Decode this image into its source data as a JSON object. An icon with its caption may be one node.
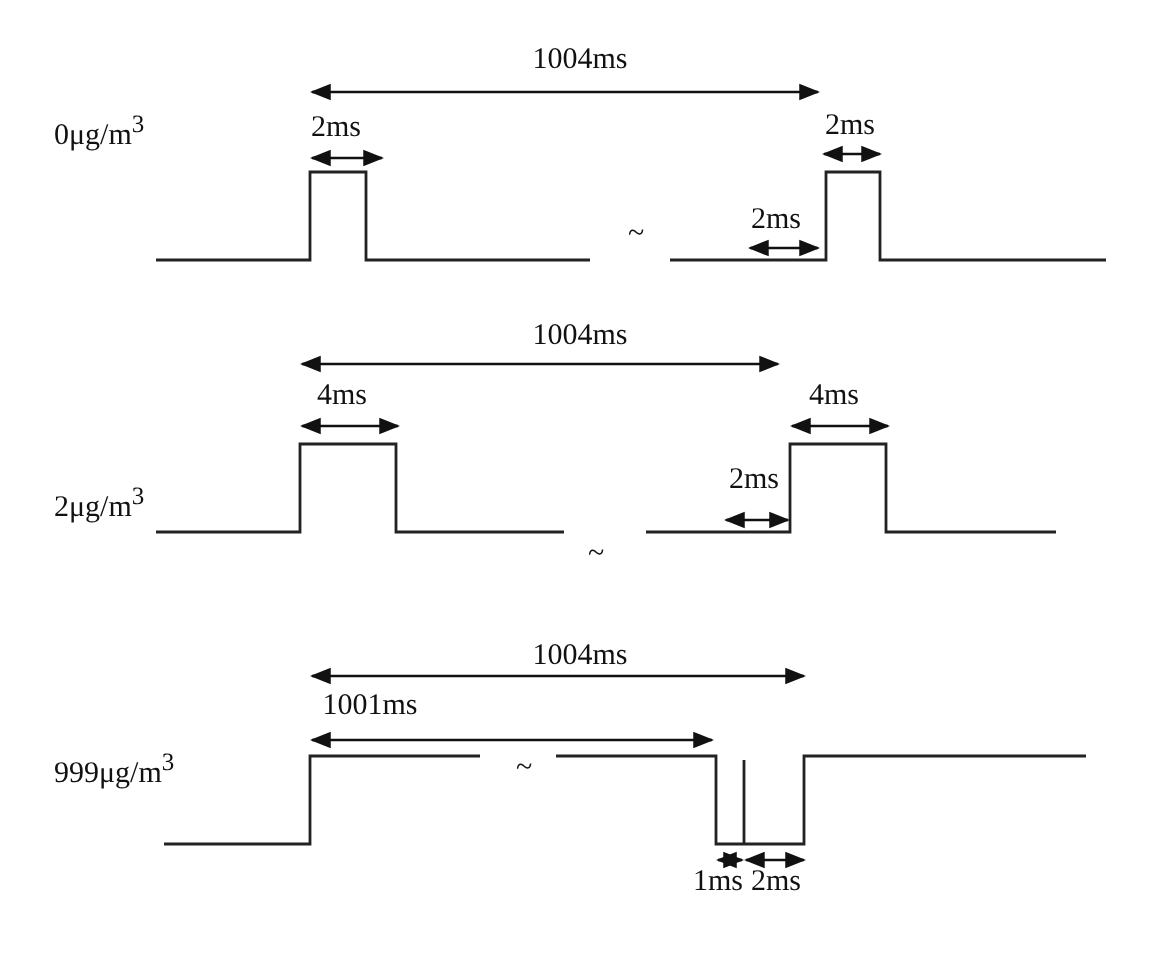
{
  "diagram": {
    "labels": [
      "1004ms",
      "0μg/m$^{3}$",
      "2ms",
      "2ms",
      "~",
      "2ms",
      "1004ms",
      "4ms",
      "4ms",
      "2ms",
      "2μg/m$^{3}$",
      "~",
      "1004ms",
      "1001ms",
      "999μg/m$^{3}$",
      "~",
      "1ms",
      "2ms"
    ]
  }
}
